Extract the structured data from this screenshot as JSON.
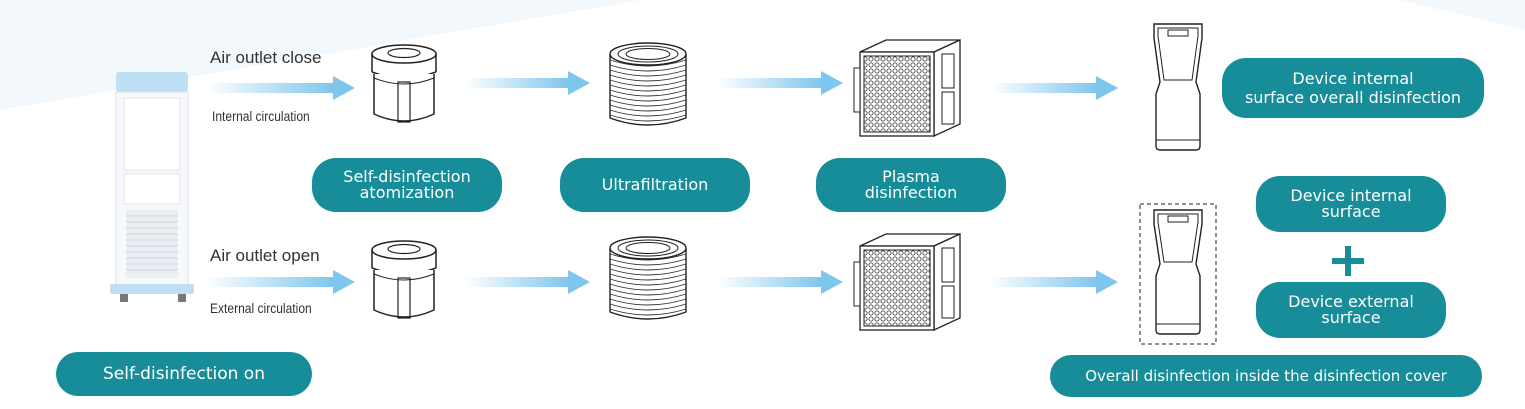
{
  "labels": {
    "air_outlet_close": "Air outlet close",
    "internal_circulation": "Internal circulation",
    "air_outlet_open": "Air outlet open",
    "external_circulation": "External circulation"
  },
  "pills": {
    "self_disinfection_atomization": [
      "Self-disinfection",
      "atomization"
    ],
    "ultrafiltration": [
      "Ultrafiltration"
    ],
    "plasma_disinfection": [
      "Plasma",
      "disinfection"
    ],
    "device_internal_overall": [
      "Device internal",
      "surface overall disinfection"
    ],
    "device_internal_surface": [
      "Device internal",
      "surface"
    ],
    "device_external_surface": [
      "Device external",
      "surface"
    ],
    "overall_cover": [
      "Overall disinfection inside the disinfection cover"
    ],
    "self_disinfection_on": [
      "Self-disinfection on"
    ]
  },
  "colors": {
    "pill": "#168d99",
    "arrow": "#7fc6ee",
    "plus": "#168d99",
    "device_panel": "#bfe0f4"
  },
  "icons": [
    "air-purifier-icon",
    "atomizer-filter-icon",
    "ultrafiltration-filter-icon",
    "plasma-module-icon",
    "device-housing-icon",
    "device-with-cover-icon",
    "arrow-icon"
  ]
}
